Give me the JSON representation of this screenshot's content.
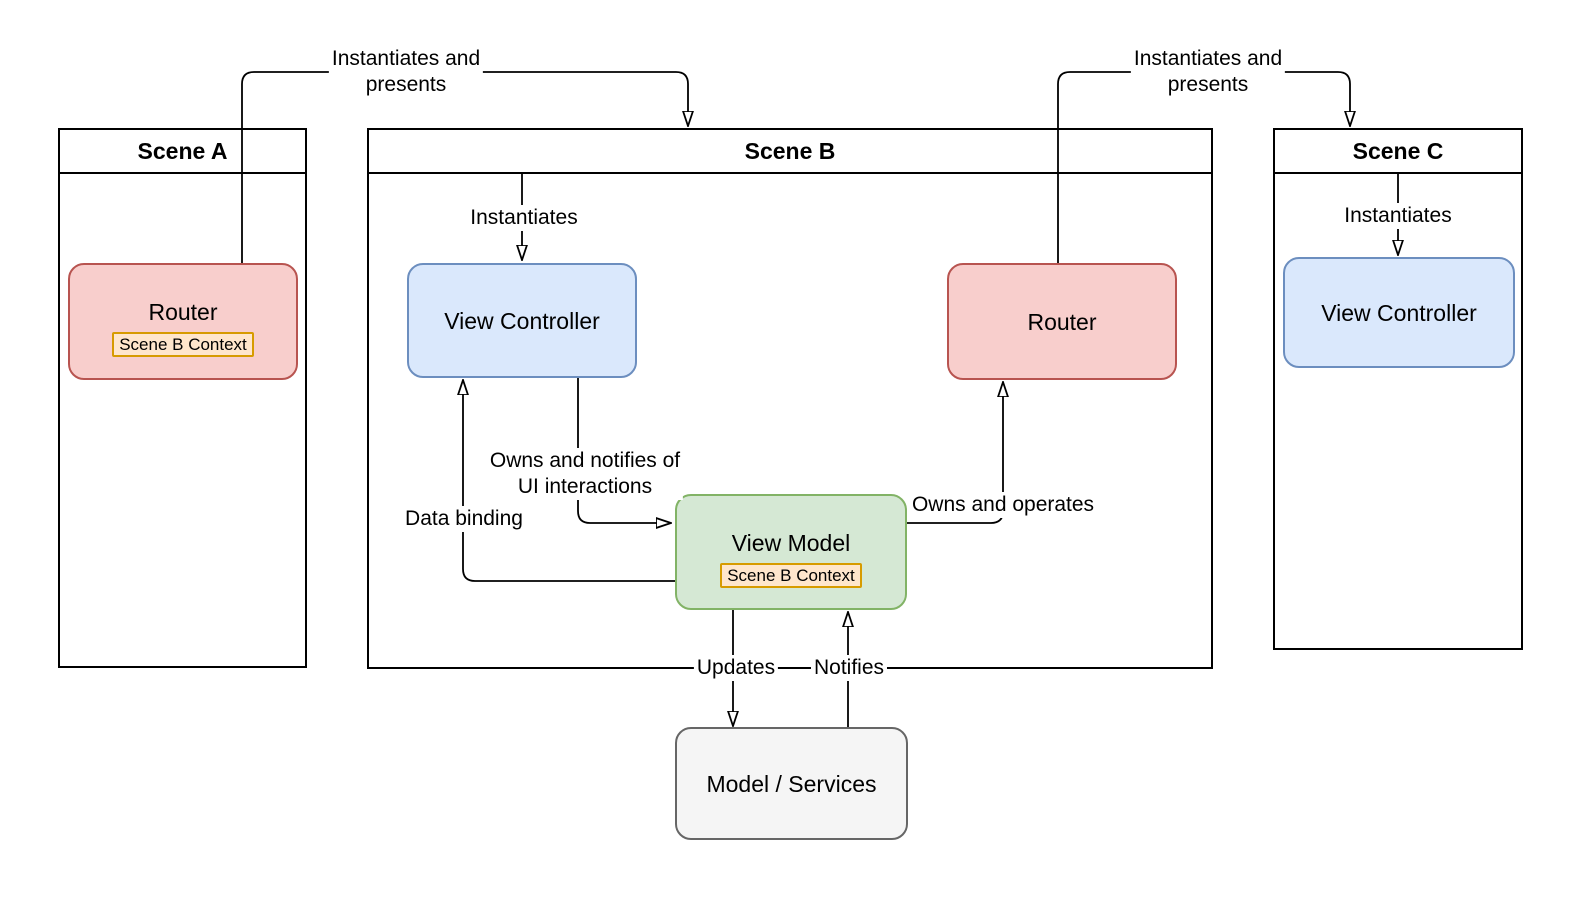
{
  "scenes": [
    {
      "title": "Scene A"
    },
    {
      "title": "Scene B"
    },
    {
      "title": "Scene C"
    }
  ],
  "nodes": {
    "router_a": {
      "label": "Router",
      "badge": "Scene B Context"
    },
    "view_controller_b": {
      "label": "View Controller"
    },
    "router_b": {
      "label": "Router"
    },
    "view_model": {
      "label": "View Model",
      "badge": "Scene B Context"
    },
    "model_services": {
      "label": "Model / Services"
    },
    "view_controller_c": {
      "label": "View Controller"
    }
  },
  "edge_labels": {
    "instantiates_presents_left": {
      "lines": [
        "Instantiates and",
        "presents"
      ]
    },
    "instantiates_presents_right": {
      "lines": [
        "Instantiates and",
        "presents"
      ]
    },
    "instantiates_b": {
      "lines": [
        "Instantiates"
      ]
    },
    "instantiates_c": {
      "lines": [
        "Instantiates"
      ]
    },
    "owns_notifies_ui": {
      "lines": [
        "Owns and notifies of",
        "UI interactions"
      ]
    },
    "data_binding": {
      "lines": [
        "Data binding"
      ]
    },
    "owns_operates": {
      "lines": [
        "Owns and operates"
      ]
    },
    "updates": {
      "lines": [
        "Updates"
      ]
    },
    "notifies": {
      "lines": [
        "Notifies"
      ]
    }
  },
  "colors": {
    "router_fill": "#f8cecc",
    "router_stroke": "#b85450",
    "view_controller_fill": "#dae8fc",
    "view_controller_stroke": "#6c8ebf",
    "view_model_fill": "#d5e8d4",
    "view_model_stroke": "#82b366",
    "model_fill": "#f5f5f5",
    "model_stroke": "#666666",
    "badge_fill": "#ffe6cc",
    "badge_stroke": "#d79b00",
    "connector": "#000000",
    "container_border": "#000000",
    "background": "#ffffff"
  }
}
